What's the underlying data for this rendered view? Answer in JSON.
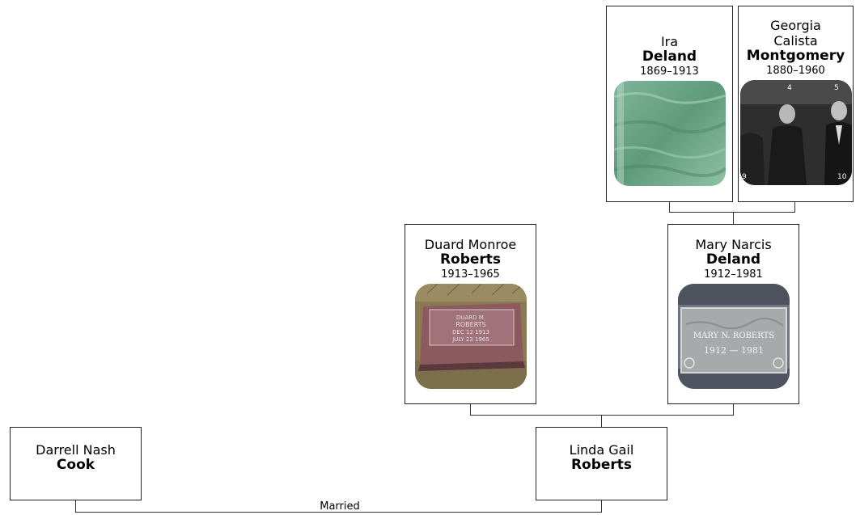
{
  "people": {
    "ira": {
      "given": "Ira",
      "surname": "Deland",
      "dates": "1869–1913",
      "photo_icon": "headstone-photo-icon"
    },
    "georgia": {
      "given": "Georgia Calista",
      "surname": "Montgomery",
      "dates": "1880–1960",
      "photo_icon": "family-portrait-photo-icon",
      "photo_numbers": [
        "4",
        "5",
        "9",
        "10"
      ]
    },
    "duard": {
      "given": "Duard Monroe",
      "surname": "Roberts",
      "dates": "1913–1965",
      "photo_icon": "grave-marker-photo-icon",
      "photo_text": [
        "DUARD M.",
        "ROBERTS",
        "DEC 12 1913",
        "JULY 23 1965"
      ]
    },
    "mary": {
      "given": "Mary Narcis",
      "surname": "Deland",
      "dates": "1912–1981",
      "photo_icon": "grave-marker-photo-icon",
      "photo_text": [
        "MARY N. ROBERTS",
        "1912 — 1981"
      ]
    },
    "darrell": {
      "given": "Darrell Nash",
      "surname": "Cook"
    },
    "linda": {
      "given": "Linda Gail",
      "surname": "Roberts"
    }
  },
  "relationship_label": "Married"
}
